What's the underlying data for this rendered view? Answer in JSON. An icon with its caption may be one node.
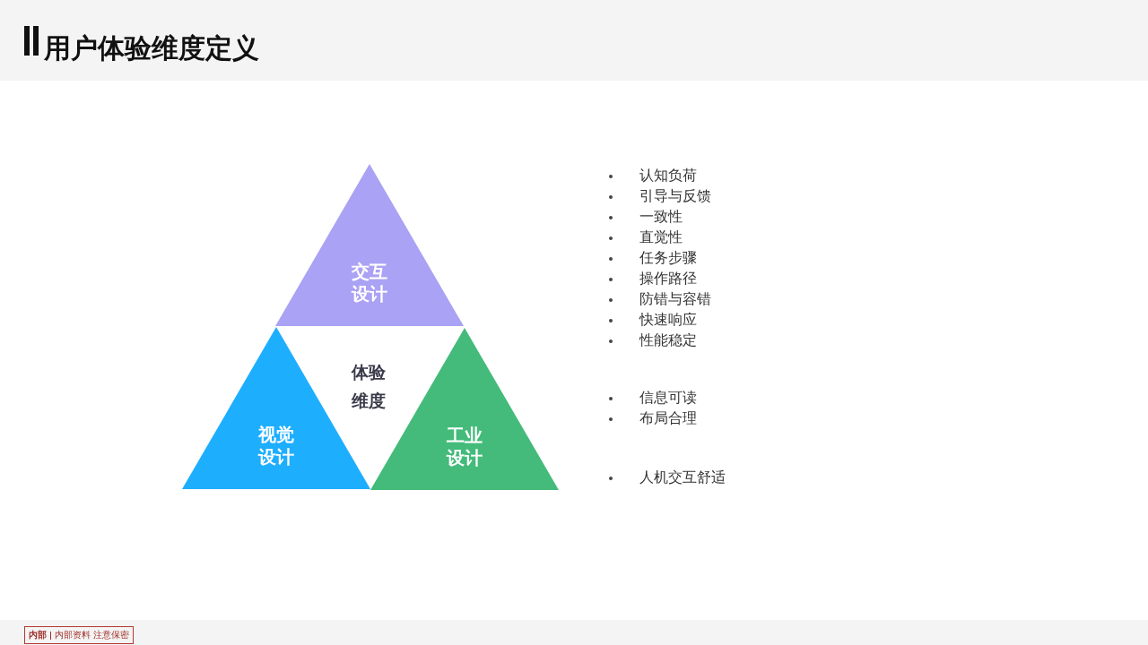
{
  "diagram": {
    "title": "用户体验维度定义",
    "nodes": [
      {
        "text": [
          "交互设计"
        ]
      },
      {
        "text": [
          "视觉设计"
        ]
      },
      {
        "text": [
          "工业设计"
        ]
      }
    ],
    "labels": [
      "体验维度",
      "认知负荷",
      "引导与反馈",
      "一致性",
      "直觉性",
      "任务步骤",
      "操作路径",
      "防错与容错",
      "快速响应",
      "性能稳定",
      "信息可读",
      "布局合理",
      "人机交互舒适",
      "内部",
      "内部资料 注意保密"
    ]
  }
}
